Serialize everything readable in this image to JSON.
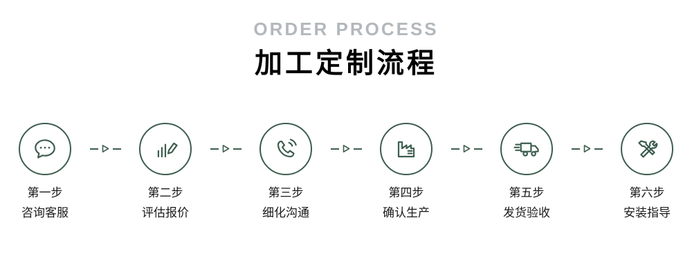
{
  "header": {
    "subtitle": "ORDER PROCESS",
    "title": "加工定制流程"
  },
  "colors": {
    "accent_green": "#3d5d4e",
    "subtitle_gray": "#b2b8bc",
    "text_dark": "#1a1a1a",
    "background": "#ffffff"
  },
  "steps": [
    {
      "icon": "chat-bubble-icon",
      "step": "第一步",
      "label": "咨询客服"
    },
    {
      "icon": "pencil-chart-icon",
      "step": "第二步",
      "label": "评估报价"
    },
    {
      "icon": "phone-icon",
      "step": "第三步",
      "label": "细化沟通"
    },
    {
      "icon": "factory-icon",
      "step": "第四步",
      "label": "确认生产"
    },
    {
      "icon": "truck-icon",
      "step": "第五步",
      "label": "发货验收"
    },
    {
      "icon": "tools-icon",
      "step": "第六步",
      "label": "安装指导"
    }
  ],
  "connector": {
    "icon": "arrow-triangle-icon"
  }
}
